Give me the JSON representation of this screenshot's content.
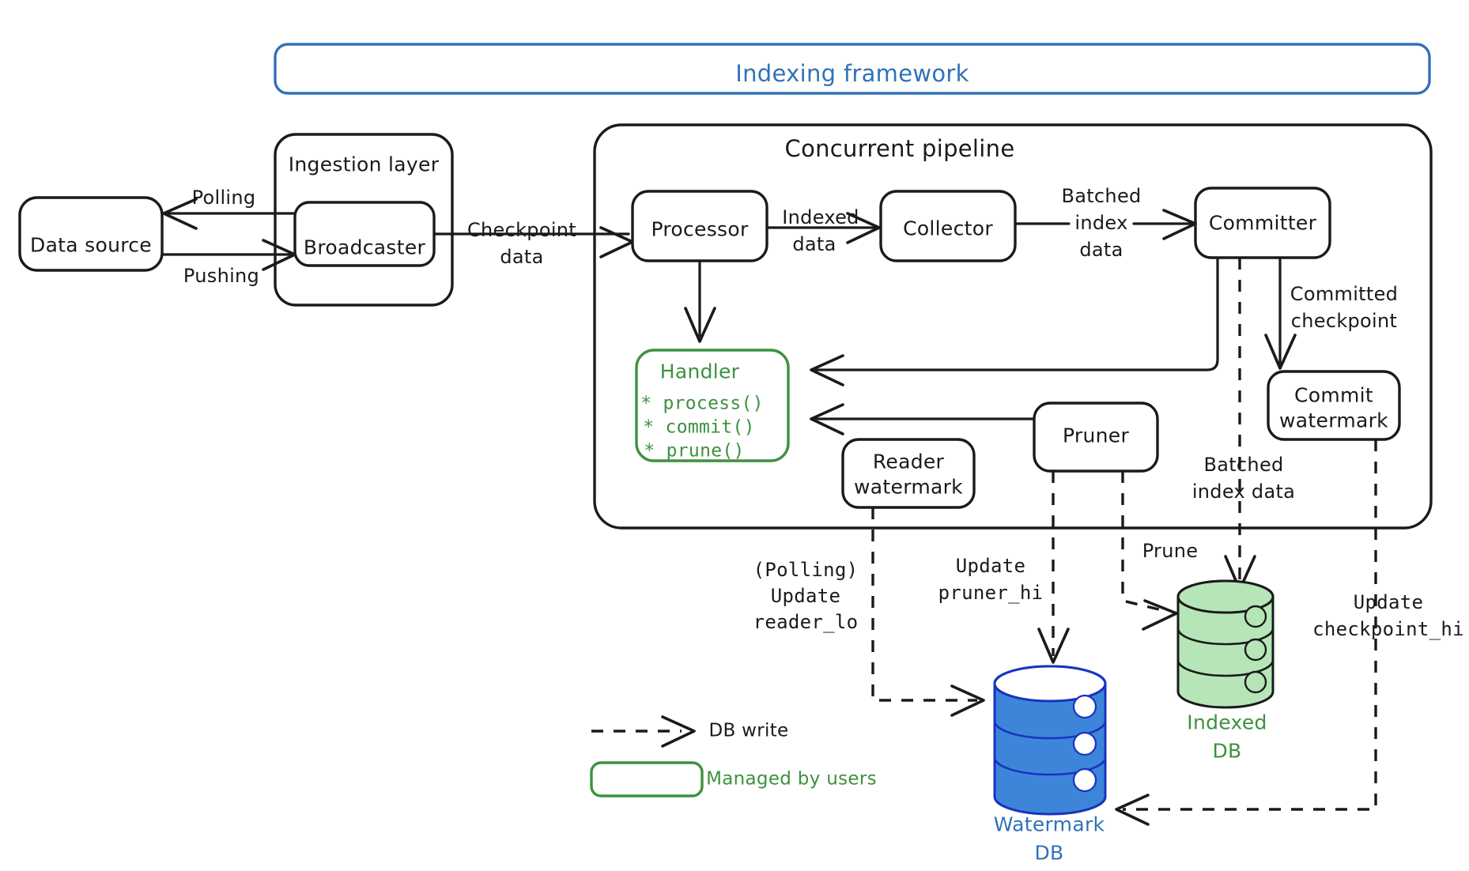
{
  "diagram": {
    "title": "Indexing framework",
    "framework_color": "#3072b8",
    "pipeline_title": "Concurrent pipeline",
    "ingestion_title": "Ingestion layer"
  },
  "nodes": {
    "data_source": "Data source",
    "broadcaster": "Broadcaster",
    "processor": "Processor",
    "collector": "Collector",
    "committer": "Committer",
    "commit_watermark_l1": "Commit",
    "commit_watermark_l2": "watermark",
    "pruner": "Pruner",
    "reader_watermark_l1": "Reader",
    "reader_watermark_l2": "watermark",
    "handler_title": "Handler",
    "handler_methods": [
      "* process()",
      "* commit()",
      "* prune()"
    ],
    "indexed_db_l1": "Indexed",
    "indexed_db_l2": "DB",
    "watermark_db_l1": "Watermark",
    "watermark_db_l2": "DB"
  },
  "edges": {
    "polling": "Polling",
    "pushing": "Pushing",
    "checkpoint_data_l1": "Checkpoint",
    "checkpoint_data_l2": "data",
    "indexed_data_l1": "Indexed",
    "indexed_data_l2": "data",
    "batched_index_data_l1": "Batched",
    "batched_index_data_l2": "index",
    "batched_index_data_l3": "data",
    "committed_checkpoint_l1": "Committed",
    "committed_checkpoint_l2": "checkpoint",
    "batched_index_data2_l1": "Batched",
    "batched_index_data2_l2": "index data",
    "prune": "Prune",
    "polling_update_l1": "(Polling)",
    "polling_update_l2": "Update",
    "polling_update_l3": "reader_lo",
    "update_pruner_l1": "Update",
    "update_pruner_l2": "pruner_hi",
    "update_checkpoint_l1": "Update",
    "update_checkpoint_l2": "checkpoint_hi"
  },
  "legend": {
    "db_write": "DB write",
    "managed_by_users": "Managed by users",
    "managed_color": "#3d9140"
  },
  "colors": {
    "green": "#3d9140",
    "green_fill": "#b6e6b8",
    "blue": "#3072b8",
    "blue_db": "#3d85d8",
    "blue_db_stroke": "#1833c0",
    "ink": "#1a1a1a"
  }
}
